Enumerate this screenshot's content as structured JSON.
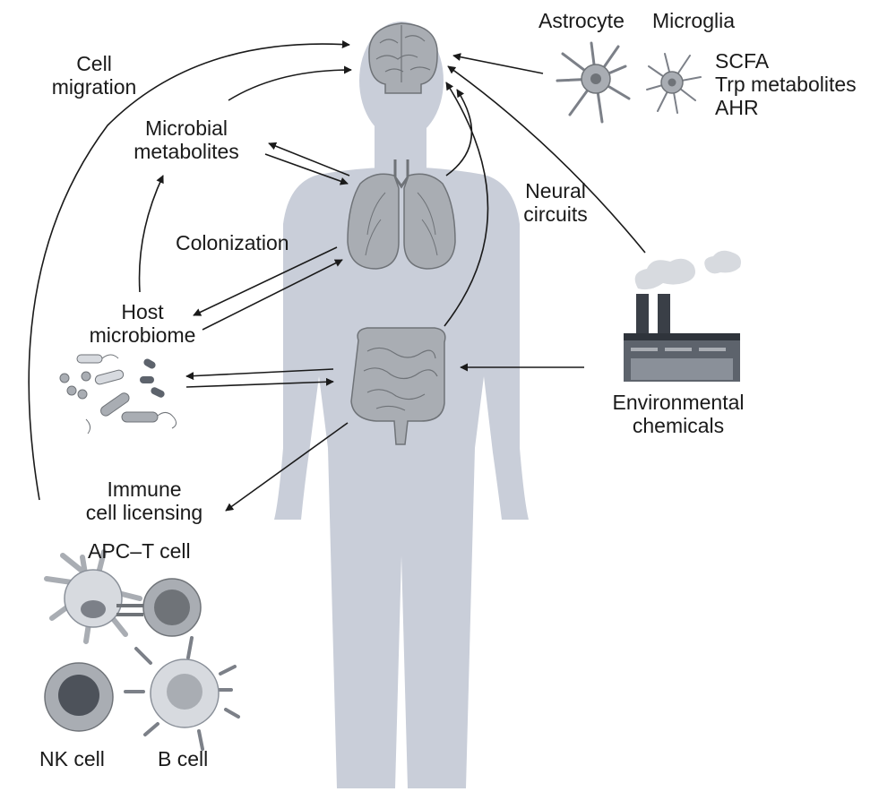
{
  "labels": {
    "cell_migration": [
      "Cell",
      "migration"
    ],
    "microbial_metabolites": [
      "Microbial",
      "metabolites"
    ],
    "colonization": "Colonization",
    "host_microbiome": [
      "Host",
      "microbiome"
    ],
    "immune_cell_licensing": [
      "Immune",
      "cell licensing"
    ],
    "apc_t_cell": "APC–T cell",
    "nk_cell": "NK cell",
    "b_cell": "B cell",
    "astrocyte": "Astrocyte",
    "microglia": "Microglia",
    "scfa": "SCFA",
    "trp_metabolites": "Trp metabolites",
    "ahr": "AHR",
    "neural_circuits": [
      "Neural",
      "circuits"
    ],
    "environmental_chemicals": [
      "Environmental",
      "chemicals"
    ]
  },
  "colors": {
    "body": "#c9ced9",
    "organ_fill": "#a9adb3",
    "organ_line": "#6f7378",
    "cell_dark": "#7c8088",
    "cell_light": "#d7dadf",
    "arrow": "#1a1a1a"
  }
}
